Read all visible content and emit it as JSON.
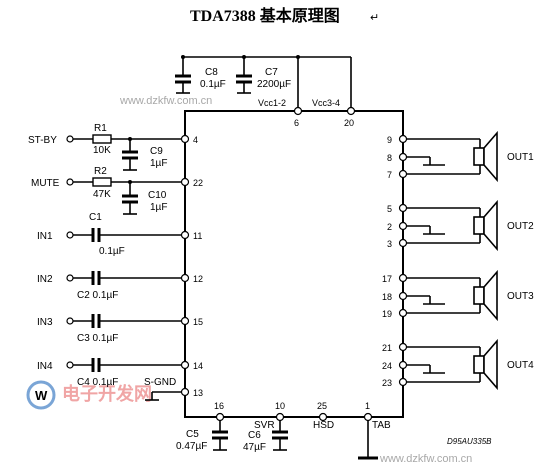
{
  "title": "TDA7388 基本原理图",
  "title_mark": "↵",
  "watermarks": {
    "top": "www.dzkfw.com.cn",
    "bottom": "www.dzkfw.com.cn",
    "logo_text": "电子开发网"
  },
  "ic": {
    "code": "D95AU335B",
    "supply_labels": [
      "Vcc1-2",
      "Vcc3-4"
    ],
    "top_pins": [
      "6",
      "20"
    ],
    "left_pins": [
      "4",
      "22",
      "11",
      "12",
      "15",
      "14",
      "13"
    ],
    "bottom_pins": [
      "16",
      "10",
      "25",
      "1"
    ],
    "bottom_labels": [
      "SVR",
      "HSD",
      "TAB"
    ],
    "right_pins": [
      "9",
      "8",
      "7",
      "5",
      "2",
      "3",
      "17",
      "18",
      "19",
      "21",
      "24",
      "23"
    ],
    "sgnd": "S-GND"
  },
  "inputs": {
    "stby": "ST-BY",
    "mute": "MUTE",
    "in": [
      "IN1",
      "IN2",
      "IN3",
      "IN4"
    ]
  },
  "resistors": [
    {
      "name": "R1",
      "value": "10K"
    },
    {
      "name": "R2",
      "value": "47K"
    }
  ],
  "capacitors": {
    "c8": "C8",
    "c8v": "0.1µF",
    "c7": "C7",
    "c7v": "2200µF",
    "c9": "C9",
    "c9v": "1µF",
    "c10": "C10",
    "c10v": "1µF",
    "c1": "C1",
    "c1v": "0.1µF",
    "c2": "C2 0.1µF",
    "c3": "C3 0.1µF",
    "c4": "C4 0.1µF",
    "c5": "C5",
    "c5v": "0.47µF",
    "c6": "C6",
    "c6v": "47µF"
  },
  "outputs": [
    "OUT1",
    "OUT2",
    "OUT3",
    "OUT4"
  ]
}
